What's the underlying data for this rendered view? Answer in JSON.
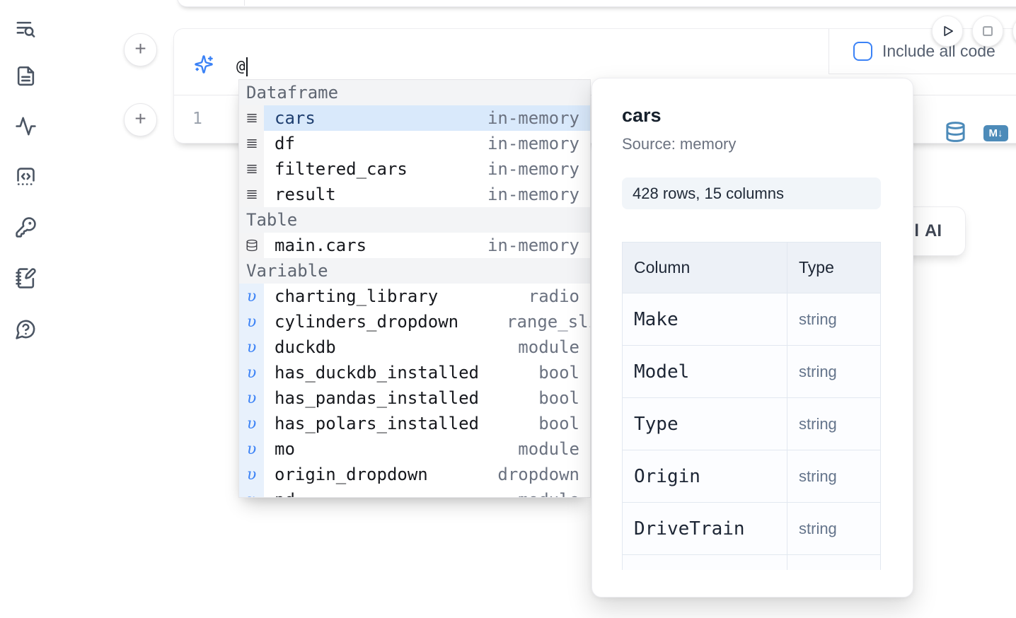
{
  "cell": {
    "prompt_value": "@",
    "include_all_code_label": "Include all code",
    "line_number": "1",
    "markdown_badge_label": "M↓"
  },
  "add_cell_button_label": "+",
  "sidebar": {
    "icons": [
      {
        "name": "table-of-contents-search-icon",
        "glyph": "text-search"
      },
      {
        "name": "document-icon",
        "glyph": "file-text"
      },
      {
        "name": "logs-activity-icon",
        "glyph": "activity"
      },
      {
        "name": "snippets-code-icon",
        "glyph": "code-snippet"
      },
      {
        "name": "secrets-key-icon",
        "glyph": "key"
      },
      {
        "name": "scratchpad-notebook-icon",
        "glyph": "notebook-pen"
      },
      {
        "name": "help-chat-icon",
        "glyph": "chat-question"
      }
    ]
  },
  "completion": {
    "sections": [
      {
        "label": "Dataframe",
        "kind": "dataframe",
        "items": [
          {
            "name": "cars",
            "type": "in-memory",
            "selected": true
          },
          {
            "name": "df",
            "type": "in-memory"
          },
          {
            "name": "filtered_cars",
            "type": "in-memory"
          },
          {
            "name": "result",
            "type": "in-memory"
          }
        ]
      },
      {
        "label": "Table",
        "kind": "table",
        "items": [
          {
            "name": "main.cars",
            "type": "in-memory"
          }
        ]
      },
      {
        "label": "Variable",
        "kind": "variable",
        "items": [
          {
            "name": "charting_library",
            "type": "radio"
          },
          {
            "name": "cylinders_dropdown",
            "type": "range_slider",
            "type_clipped": true
          },
          {
            "name": "duckdb",
            "type": "module"
          },
          {
            "name": "has_duckdb_installed",
            "type": "bool"
          },
          {
            "name": "has_pandas_installed",
            "type": "bool"
          },
          {
            "name": "has_polars_installed",
            "type": "bool"
          },
          {
            "name": "mo",
            "type": "module"
          },
          {
            "name": "origin_dropdown",
            "type": "dropdown"
          },
          {
            "name": "pd",
            "type": "module"
          }
        ]
      }
    ]
  },
  "popup": {
    "title": "cars",
    "source_label": "Source: memory",
    "shape_label": "428 rows, 15 columns",
    "table": {
      "headers": [
        "Column",
        "Type"
      ],
      "rows": [
        [
          "Make",
          "string"
        ],
        [
          "Model",
          "string"
        ],
        [
          "Type",
          "string"
        ],
        [
          "Origin",
          "string"
        ],
        [
          "DriveTrain",
          "string"
        ],
        [
          "",
          ""
        ]
      ]
    }
  },
  "ai_button": {
    "visible_prefix": "l",
    "label": "AI"
  },
  "colors": {
    "accent_blue": "#3b82f6",
    "steel_blue": "#4d8bb9",
    "selected_row_bg": "#d9e9fb",
    "selected_row_text": "#1f3f70"
  }
}
